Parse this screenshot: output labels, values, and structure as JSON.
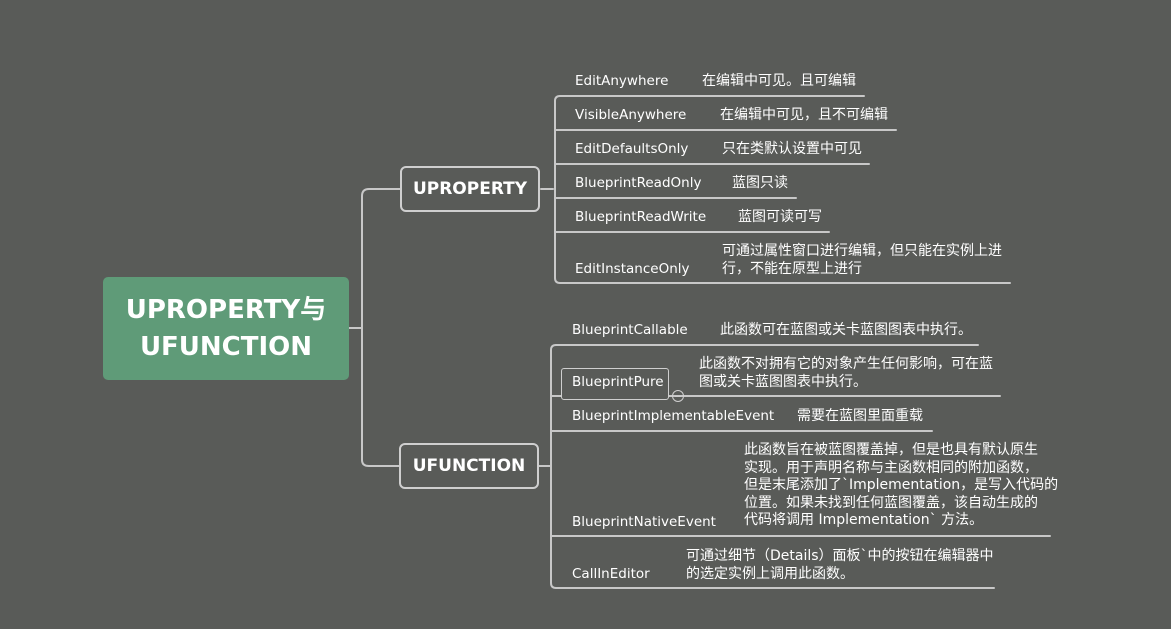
{
  "root": {
    "line1": "UPROPERTY与",
    "line2": "UFUNCTION"
  },
  "uproperty": {
    "label": "UPROPERTY",
    "items": [
      {
        "name": "EditAnywhere",
        "desc": [
          "在编辑中可见。且可编辑"
        ]
      },
      {
        "name": "VisibleAnywhere",
        "desc": [
          "在编辑中可见，且不可编辑"
        ]
      },
      {
        "name": "EditDefaultsOnly",
        "desc": [
          "只在类默认设置中可见"
        ]
      },
      {
        "name": "BlueprintReadOnly",
        "desc": [
          "蓝图只读"
        ]
      },
      {
        "name": "BlueprintReadWrite",
        "desc": [
          "蓝图可读可写"
        ]
      },
      {
        "name": "EditInstanceOnly",
        "desc": [
          "可通过属性窗口进行编辑，但只能在实例上进",
          "行，不能在原型上进行"
        ]
      }
    ]
  },
  "ufunction": {
    "label": "UFUNCTION",
    "items": [
      {
        "name": "BlueprintCallable",
        "desc": [
          "此函数可在蓝图或关卡蓝图图表中执行。"
        ]
      },
      {
        "name": "BlueprintPure",
        "desc": [
          "此函数不对拥有它的对象产生任何影响，可在蓝",
          "图或关卡蓝图图表中执行。"
        ]
      },
      {
        "name": "BlueprintImplementableEvent",
        "desc": [
          "需要在蓝图里面重载"
        ]
      },
      {
        "name": "BlueprintNativeEvent",
        "desc": [
          "此函数旨在被蓝图覆盖掉，但是也具有默认原生",
          "实现。用于声明名称与主函数相同的附加函数，",
          "但是末尾添加了`Implementation，是写入代码的",
          "位置。如果未找到任何蓝图覆盖，该自动生成的",
          "代码将调用 Implementation` 方法。"
        ]
      },
      {
        "name": "CallInEditor",
        "desc": [
          "可通过细节（Details）面板`中的按钮在编辑器中",
          "的选定实例上调用此函数。"
        ]
      }
    ]
  }
}
